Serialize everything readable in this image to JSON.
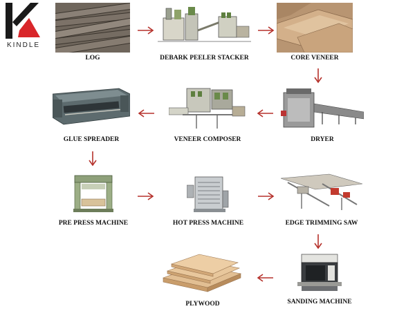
{
  "logo": {
    "text": "KINDLE"
  },
  "colors": {
    "brand_red": "#d9262a",
    "brand_dark": "#1a1a1a",
    "arrow": "#b5312b"
  },
  "steps": {
    "log": "LOG",
    "debark": "DEBARK PEELER STACKER",
    "core_veneer": "CORE VENEER",
    "dryer": "DRYER",
    "veneer_composer": "VENEER COMPOSER",
    "glue_spreader": "GLUE SPREADER",
    "pre_press": "PRE PRESS MACHINE",
    "hot_press": "HOT PRESS MACHINE",
    "edge_trimming": "EDGE TRIMMING SAW",
    "sanding": "SANDING MACHINE",
    "plywood": "PLYWOOD"
  },
  "icons": {
    "arrow_right": "arrow-right-icon",
    "arrow_left": "arrow-left-icon",
    "arrow_down": "arrow-down-icon"
  }
}
